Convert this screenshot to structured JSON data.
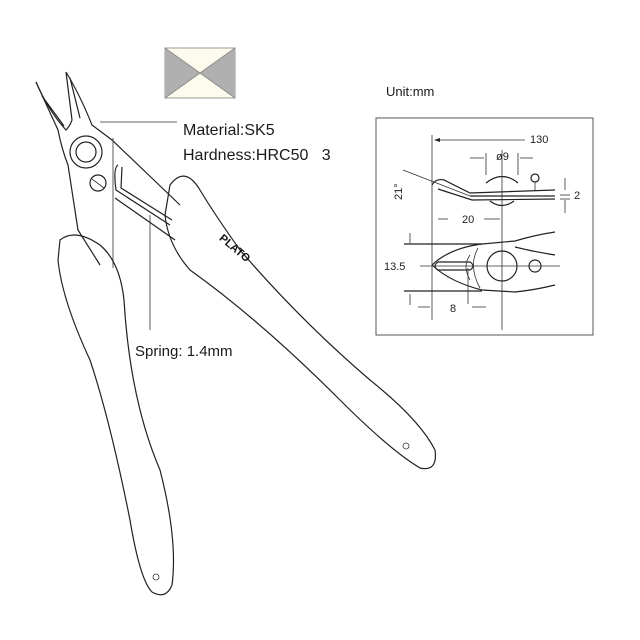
{
  "labels": {
    "material": "Material:SK5",
    "hardness": "Hardness:HRC50   3",
    "spring": "Spring: 1.4mm",
    "unit": "Unit:mm",
    "brand": "PLATO"
  },
  "dimensions": {
    "length": "130",
    "pivot_diameter": "ø9",
    "angle": "21°",
    "thickness": "2",
    "pivot_offset": "20",
    "width": "13.5",
    "blade_length": "8"
  },
  "colors": {
    "icon_gray": "#b0b0b0",
    "icon_light": "#fdfbee",
    "line": "#222222"
  }
}
